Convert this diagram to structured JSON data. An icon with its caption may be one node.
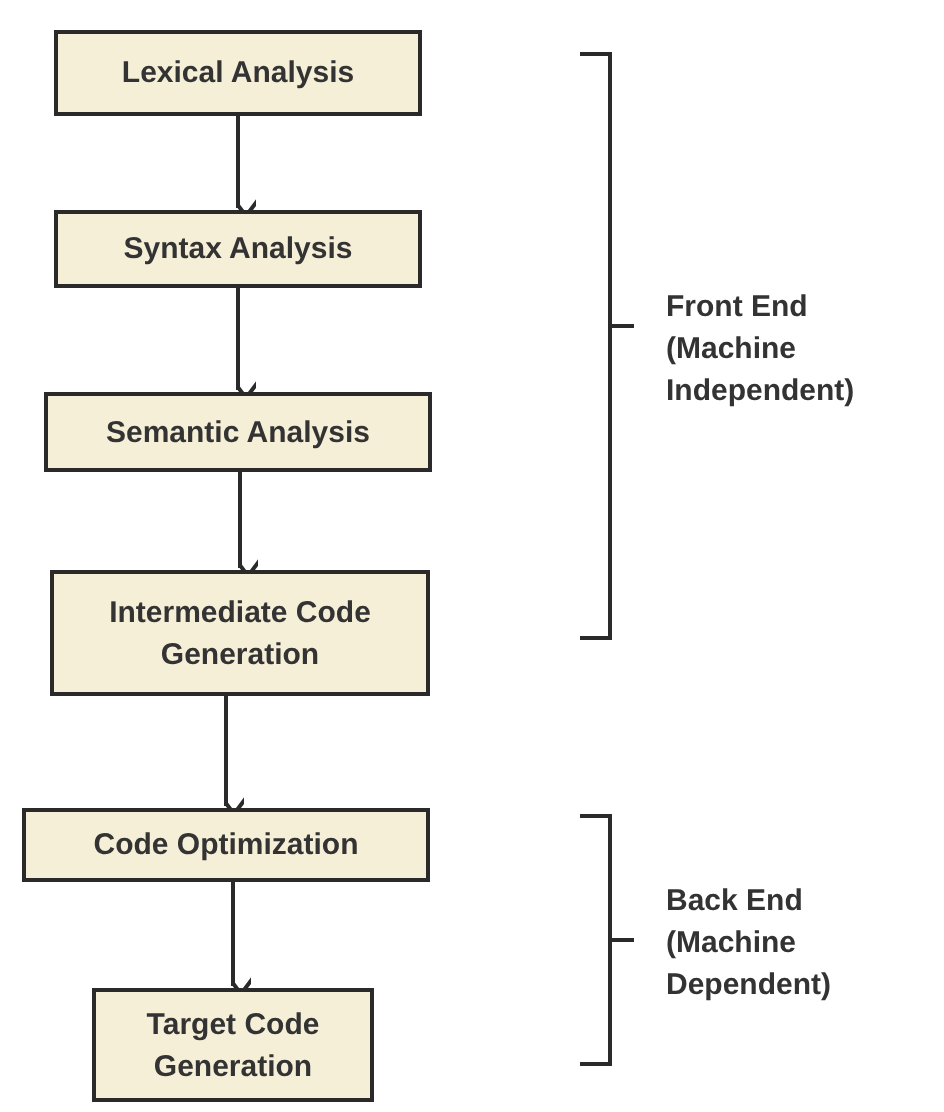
{
  "diagram": {
    "nodes": [
      {
        "text": [
          "Lexical Analysis"
        ]
      },
      {
        "text": [
          "Syntax Analysis"
        ]
      },
      {
        "text": [
          "Semantic Analysis"
        ]
      },
      {
        "text": [
          "Intermediate Code Generation"
        ]
      },
      {
        "text": [
          "Code Optimization"
        ]
      },
      {
        "text": [
          "Target Code Generation"
        ]
      }
    ],
    "edges": [
      {
        "from": 0,
        "to": 1,
        "arrow": "to"
      },
      {
        "from": 1,
        "to": 2,
        "arrow": "to"
      },
      {
        "from": 2,
        "to": 3,
        "arrow": "to"
      },
      {
        "from": 3,
        "to": 4,
        "arrow": "to"
      },
      {
        "from": 4,
        "to": 5,
        "arrow": "to"
      }
    ],
    "labels": [
      "Front End (Machine Independent)",
      "Back End (Machine Dependent)"
    ]
  }
}
